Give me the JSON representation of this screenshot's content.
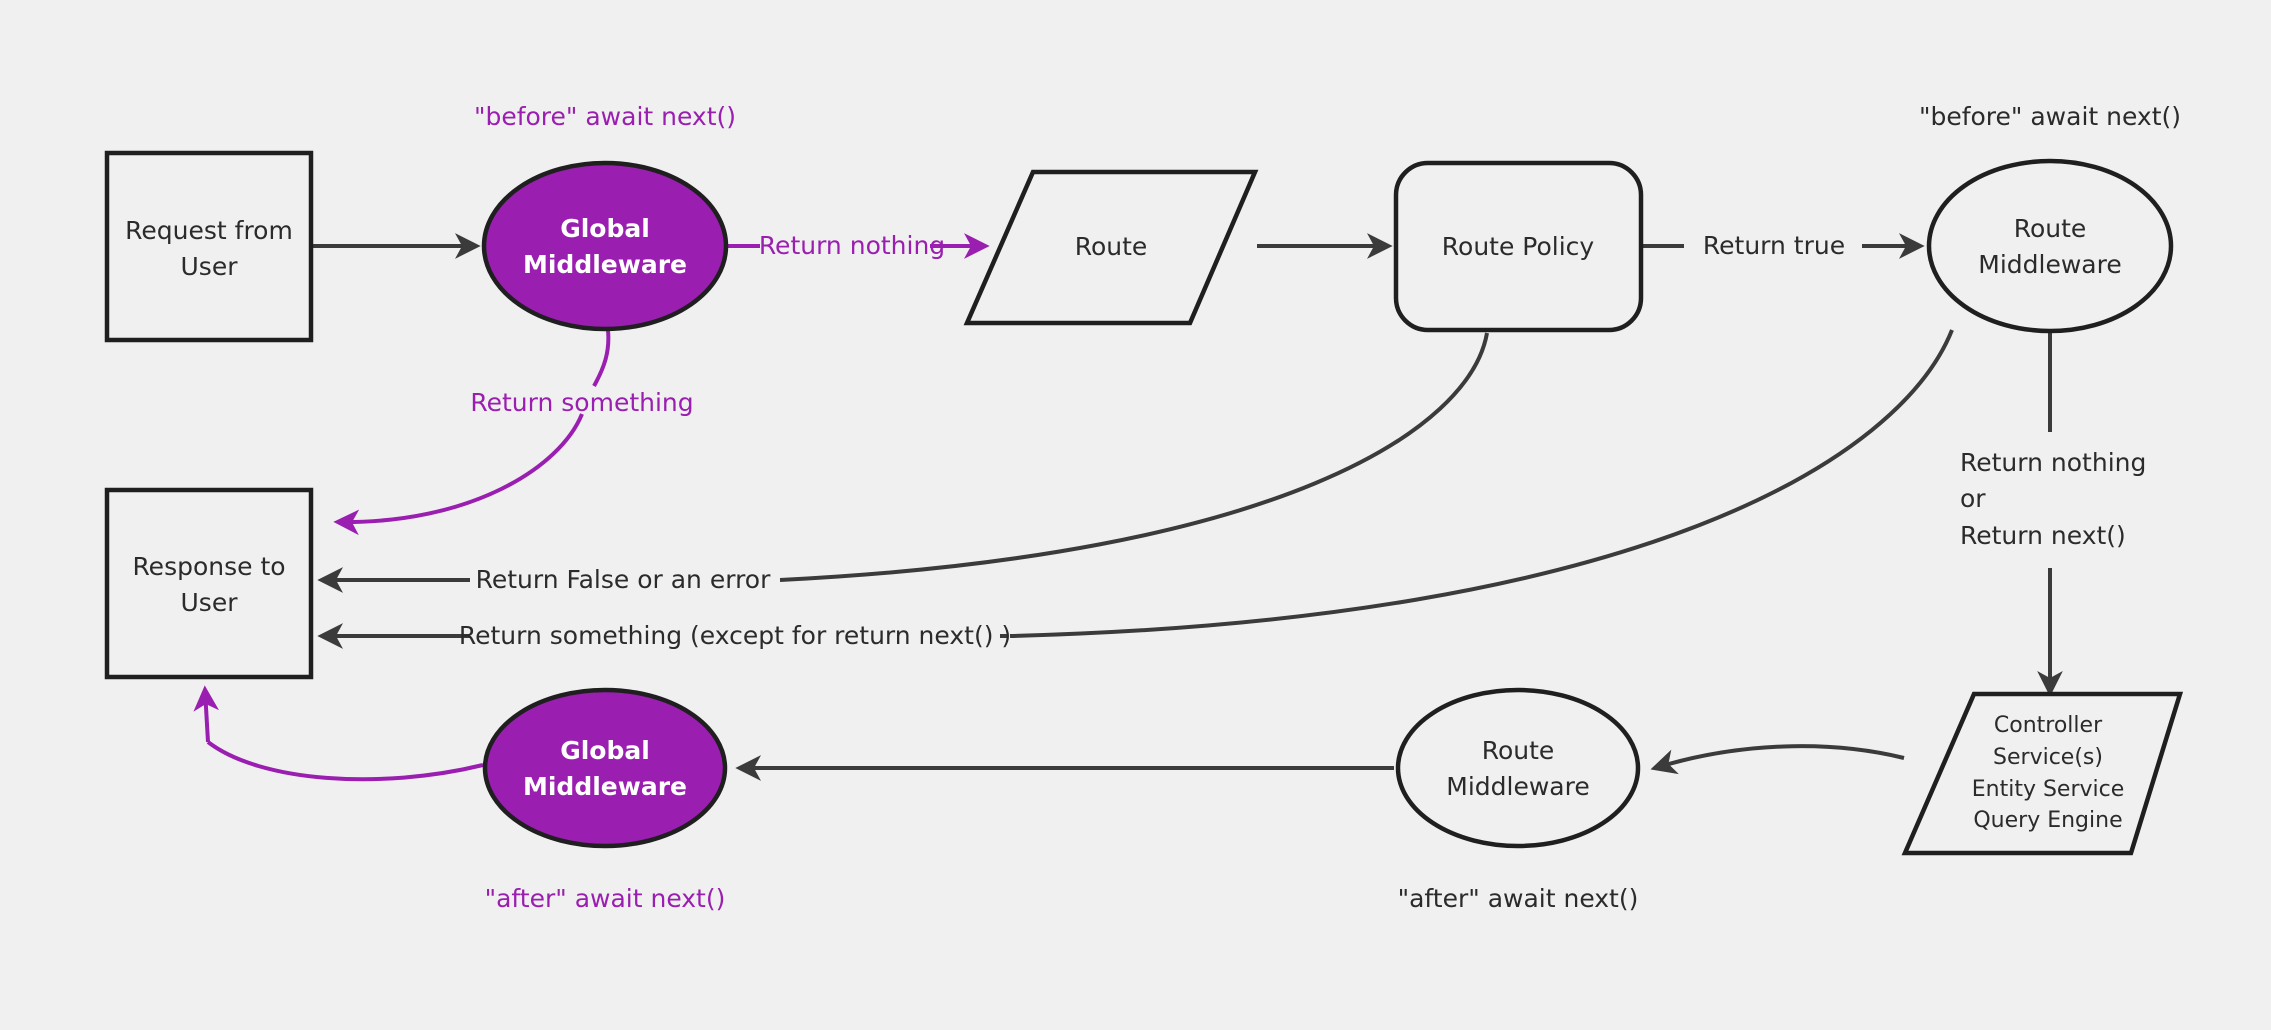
{
  "diagram": {
    "title": "Strapi middleware request lifecycle flow",
    "background_color": "#f0f0f0",
    "accent_color": "#9a1fb0",
    "line_color": "#3b3b3b",
    "shape_stroke_color": "#1f1f1f"
  },
  "nodes": {
    "request_from_user": {
      "line1": "Request from",
      "line2": "User",
      "shape": "rectangle"
    },
    "global_middleware_before": {
      "line1": "Global",
      "line2": "Middleware",
      "shape": "ellipse",
      "fill": "#9a1fb0"
    },
    "route": {
      "line1": "Route",
      "shape": "parallelogram"
    },
    "route_policy": {
      "line1": "Route Policy",
      "shape": "rounded-rectangle"
    },
    "route_middleware_before": {
      "line1": "Route",
      "line2": "Middleware",
      "shape": "ellipse"
    },
    "controller_stack": {
      "line1": "Controller",
      "line2": "Service(s)",
      "line3": "Entity Service",
      "line4": "Query Engine",
      "shape": "parallelogram"
    },
    "route_middleware_after": {
      "line1": "Route",
      "line2": "Middleware",
      "shape": "ellipse"
    },
    "global_middleware_after": {
      "line1": "Global",
      "line2": "Middleware",
      "shape": "ellipse",
      "fill": "#9a1fb0"
    },
    "response_to_user": {
      "line1": "Response to",
      "line2": "User",
      "shape": "rectangle"
    }
  },
  "annotations": {
    "global_before_await": "\"before\" await next()",
    "route_middleware_before_await": "\"before\" await next()",
    "global_after_await": "\"after\" await next()",
    "route_middleware_after_await": "\"after\" await next()"
  },
  "edges": {
    "request_to_global": {
      "label": ""
    },
    "global_return_nothing": {
      "label": "Return nothing",
      "color": "#9a1fb0"
    },
    "global_return_something": {
      "label": "Return something",
      "color": "#9a1fb0"
    },
    "route_to_policy": {
      "label": ""
    },
    "policy_return_true": {
      "label": "Return true"
    },
    "policy_return_false": {
      "label": "Return False or an error"
    },
    "route_middleware_return_something": {
      "label": "Return something (except for return next() )"
    },
    "route_middleware_next": {
      "line1": "Return nothing",
      "line2": "or",
      "line3": "Return next()"
    },
    "controller_to_route_middleware_after": {
      "label": ""
    },
    "route_middleware_after_to_global_after": {
      "label": ""
    },
    "global_after_to_response": {
      "label": "",
      "color": "#9a1fb0"
    }
  }
}
